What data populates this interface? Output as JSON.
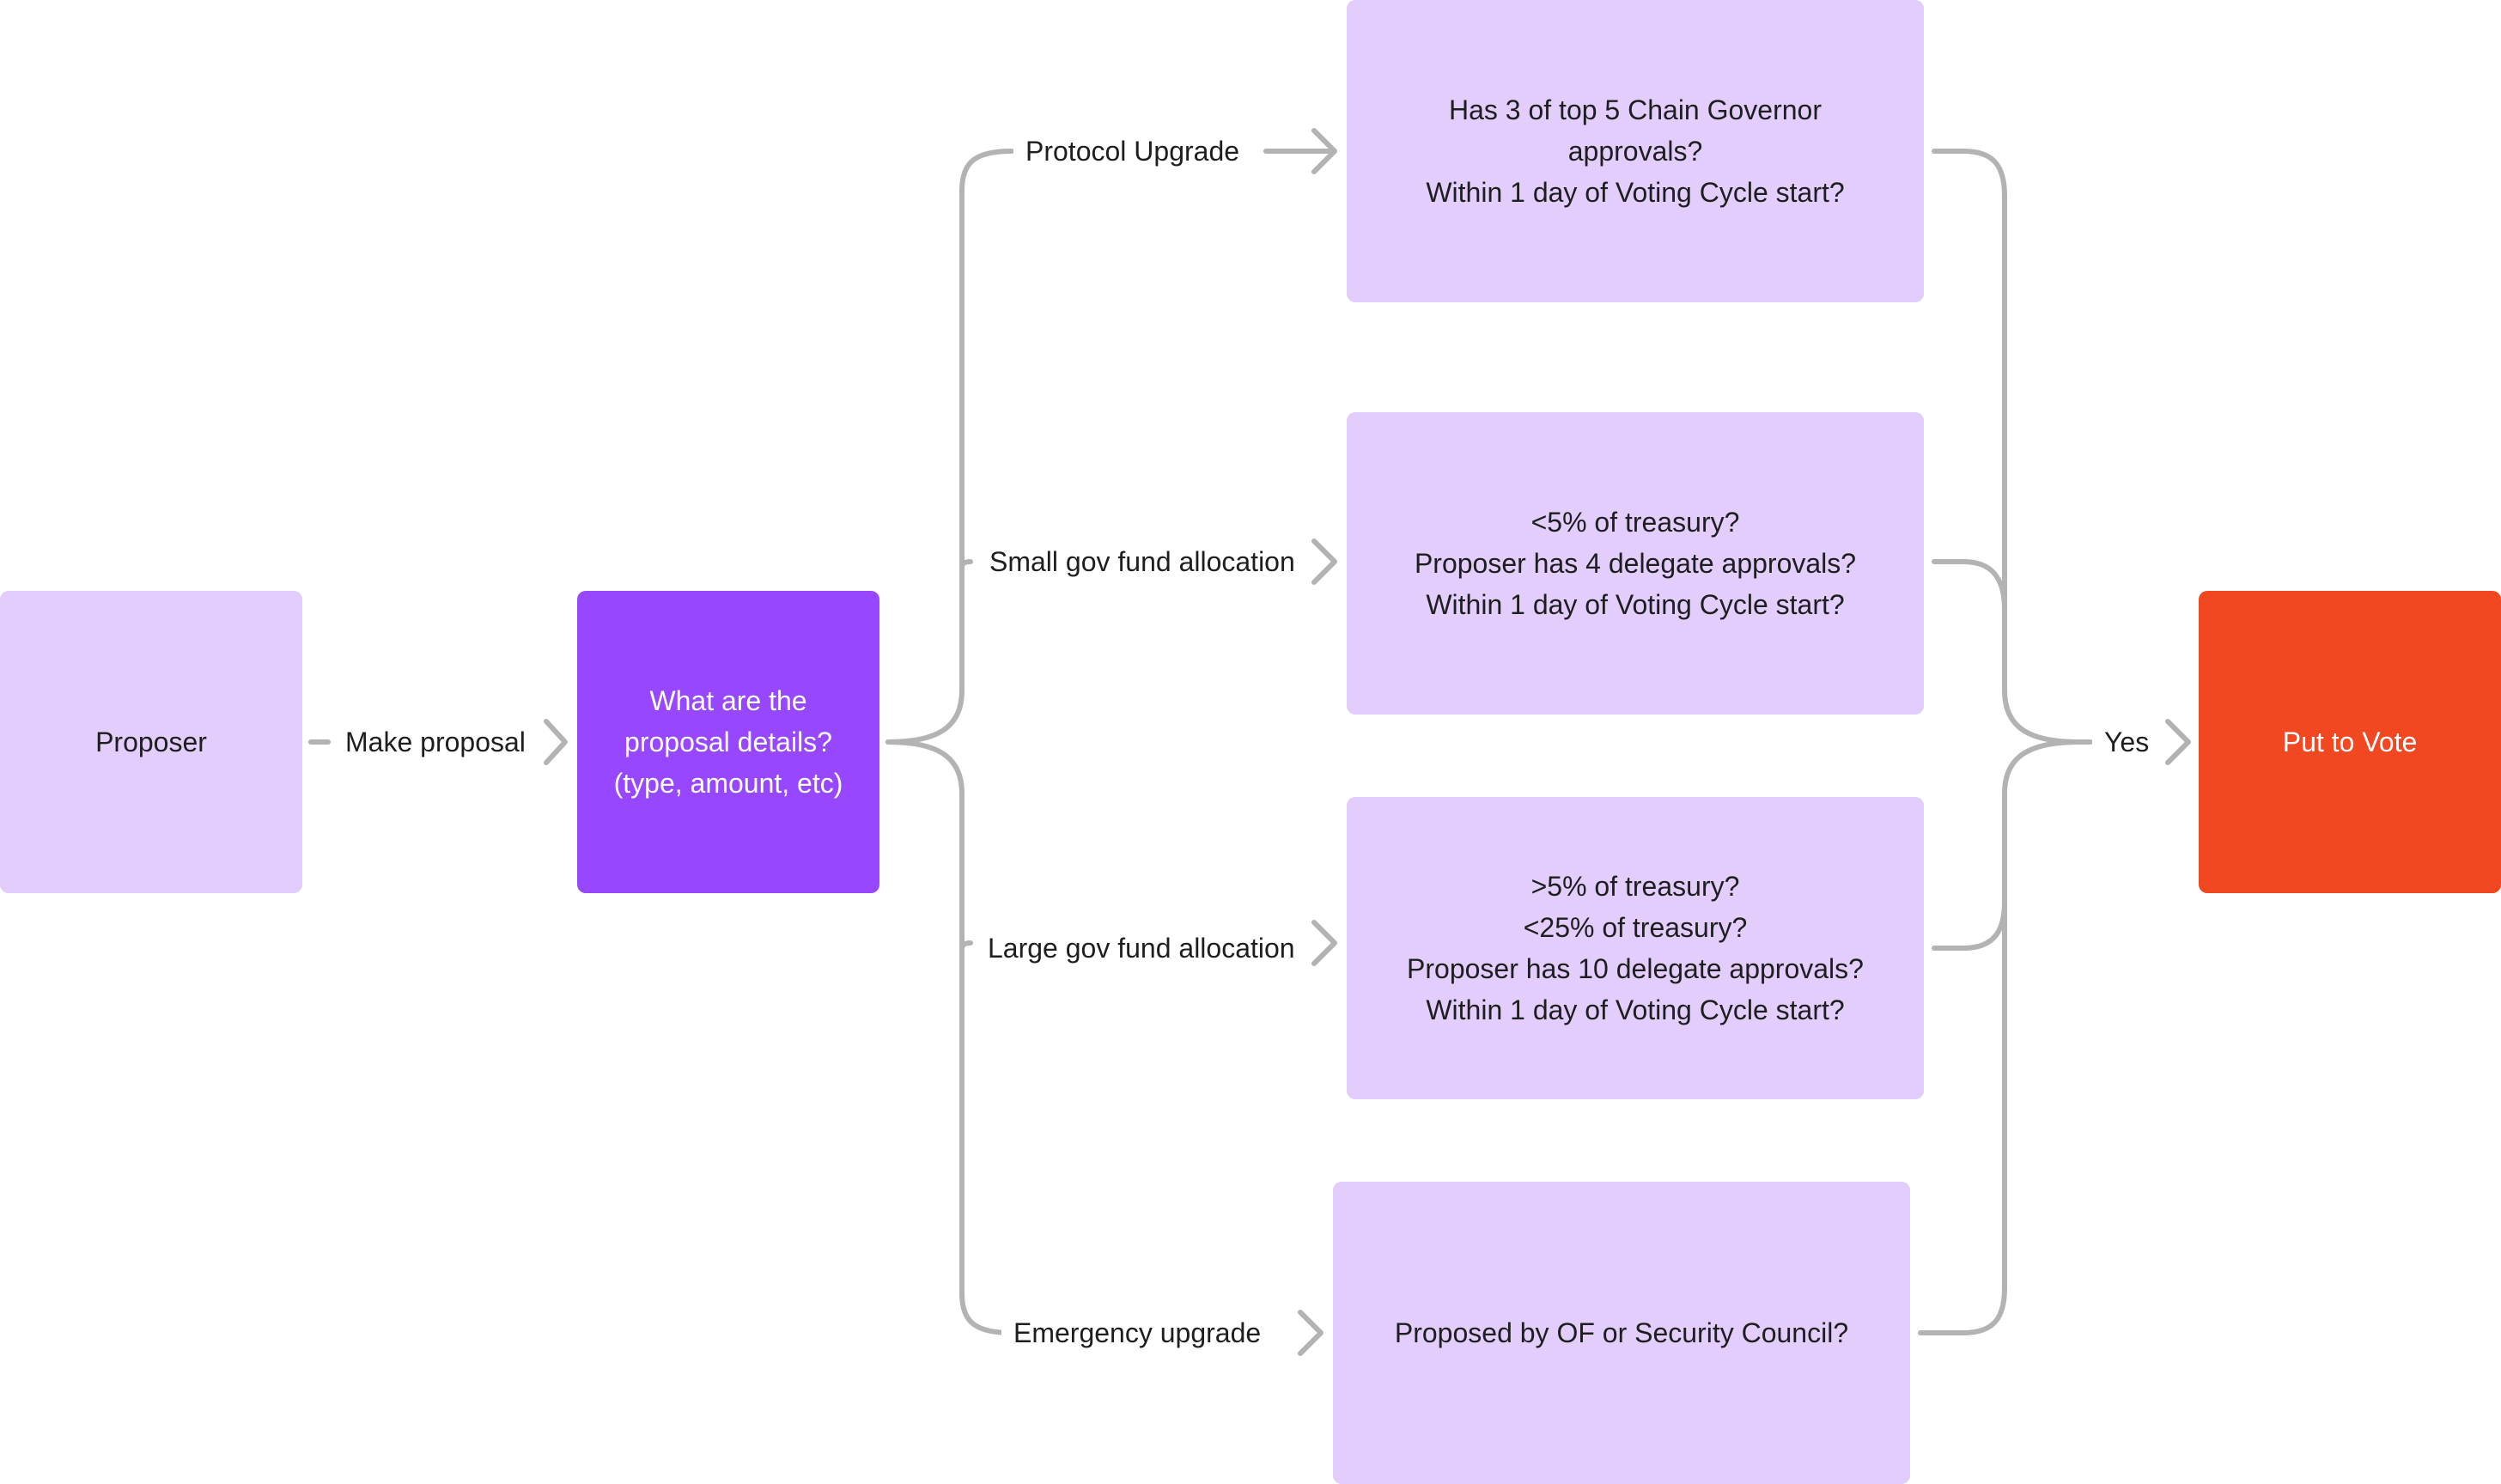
{
  "colors": {
    "node_light": "#e3cdfd",
    "node_decision": "#9747ff",
    "node_result": "#f24822",
    "connector": "#b3b3b3",
    "text_dark": "#1e1e1e",
    "text_light": "#ffffff"
  },
  "nodes": {
    "proposer": {
      "lines": [
        "Proposer"
      ]
    },
    "details": {
      "lines": [
        "What are the",
        "proposal details?",
        "(type, amount, etc)"
      ]
    },
    "protocol": {
      "lines": [
        "Has 3 of top 5 Chain Governor",
        "approvals?",
        "Within 1 day of Voting Cycle start?"
      ]
    },
    "small": {
      "lines": [
        "<5% of treasury?",
        "Proposer has 4 delegate approvals?",
        "Within 1 day of Voting Cycle start?"
      ]
    },
    "large": {
      "lines": [
        ">5% of treasury?",
        "<25% of treasury?",
        "Proposer has 10 delegate approvals?",
        "Within 1 day of Voting Cycle start?"
      ]
    },
    "emergency": {
      "lines": [
        "Proposed by OF or Security Council?"
      ]
    },
    "vote": {
      "lines": [
        "Put to Vote"
      ]
    }
  },
  "edges": {
    "make_proposal": "Make proposal",
    "protocol_upgrade": "Protocol Upgrade",
    "small_fund": "Small gov fund allocation",
    "large_fund": "Large gov fund allocation",
    "emergency_upgrade": "Emergency upgrade",
    "yes": "Yes"
  }
}
